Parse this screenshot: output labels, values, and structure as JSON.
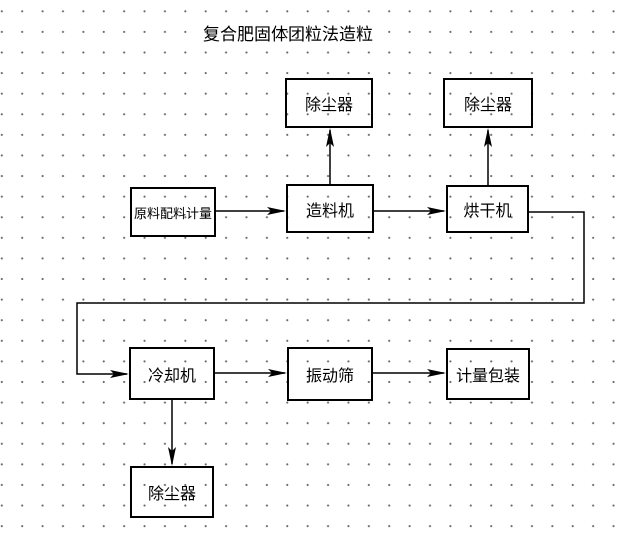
{
  "title": "复合肥固体团粒法造粒",
  "colors": {
    "line": "#000000",
    "background": "#ffffff",
    "grid_dot": "#666666"
  },
  "boxes": [
    {
      "id": "dust-collector-top-left",
      "label": "除尘器"
    },
    {
      "id": "dust-collector-top-right",
      "label": "除尘器"
    },
    {
      "id": "raw-material-metering",
      "label": "原料配料计量"
    },
    {
      "id": "granulator",
      "label": "造料机"
    },
    {
      "id": "dryer",
      "label": "烘干机"
    },
    {
      "id": "cooler",
      "label": "冷却机"
    },
    {
      "id": "vibrating-screen",
      "label": "振动筛"
    },
    {
      "id": "metering-packaging",
      "label": "计量包装"
    },
    {
      "id": "dust-collector-bottom",
      "label": "除尘器"
    }
  ],
  "connections": [
    {
      "from": "raw-material-metering",
      "to": "granulator",
      "direction": "right"
    },
    {
      "from": "granulator",
      "to": "dust-collector-top-left",
      "direction": "up"
    },
    {
      "from": "granulator",
      "to": "dryer",
      "direction": "right"
    },
    {
      "from": "dryer",
      "to": "dust-collector-top-right",
      "direction": "up"
    },
    {
      "from": "dryer",
      "to": "cooler",
      "direction": "right-down-left-down-right"
    },
    {
      "from": "cooler",
      "to": "vibrating-screen",
      "direction": "right"
    },
    {
      "from": "vibrating-screen",
      "to": "metering-packaging",
      "direction": "right"
    },
    {
      "from": "cooler",
      "to": "dust-collector-bottom",
      "direction": "down"
    }
  ]
}
